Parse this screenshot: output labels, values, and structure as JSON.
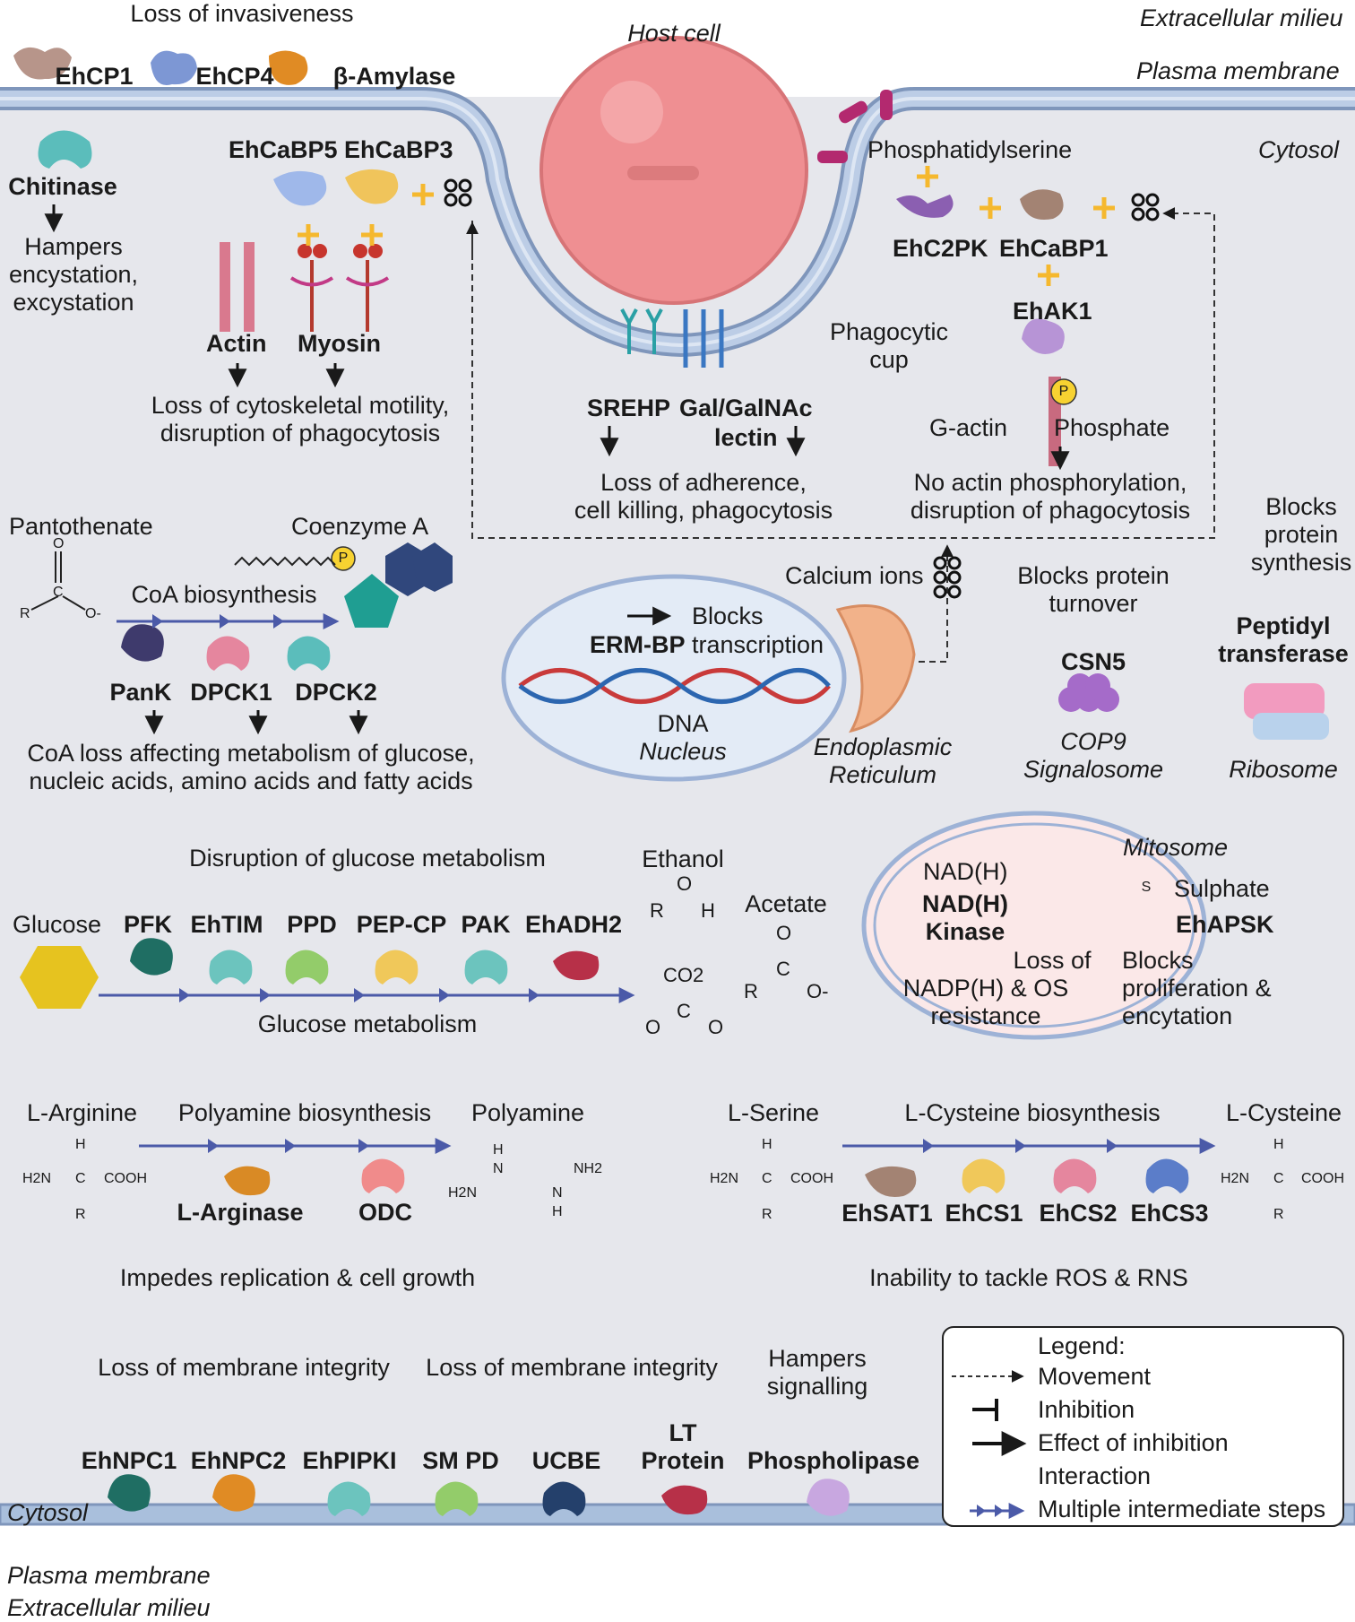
{
  "compartments": {
    "extracellular_top": "Extracellular milieu",
    "plasma_membrane_top": "Plasma membrane",
    "cytosol_top": "Cytosol",
    "cytosol_bottom": "Cytosol",
    "plasma_membrane_bottom": "Plasma membrane",
    "extracellular_bottom": "Extracellular milieu"
  },
  "invasiveness": {
    "title": "Loss of invasiveness",
    "proteins": [
      "EhCP1",
      "EhCP4",
      "β-Amylase"
    ]
  },
  "chitinase": {
    "name": "Chitinase",
    "effect_lines": [
      "Hampers",
      "encystation,",
      "excystation"
    ]
  },
  "calcium_binding": {
    "proteins": [
      "EhCaBP5",
      "EhCaBP3"
    ],
    "actin": "Actin",
    "myosin": "Myosin",
    "effect_lines": [
      "Loss of cytoskeletal motility,",
      "disruption of phagocytosis"
    ]
  },
  "host_cell": {
    "label": "Host cell",
    "receptors": [
      "SREHP",
      "Gal/GalNAc",
      "lectin"
    ],
    "effect_lines": [
      "Loss of adherence,",
      "cell killing, phagocytosis"
    ],
    "cup_lines": [
      "Phagocytic",
      "cup"
    ]
  },
  "phosphatidylserine": {
    "label": "Phosphatidylserine",
    "proteins": [
      "EhC2PK",
      "EhCaBP1",
      "EhAK1"
    ],
    "g_actin": "G-actin",
    "phosphate": "Phosphate",
    "phosphate_badge": "P",
    "effect_lines": [
      "No actin phosphorylation,",
      "disruption of phagocytosis"
    ]
  },
  "coa": {
    "pantothenate": "Pantothenate",
    "coenzyme_a": "Coenzyme A",
    "phosphate_badge": "P",
    "pathway": "CoA biosynthesis",
    "molecule_labels": [
      "O",
      "C",
      "O-",
      "R"
    ],
    "enzymes": [
      "PanK",
      "DPCK1",
      "DPCK2"
    ],
    "effect_lines": [
      "CoA loss affecting metabolism of glucose,",
      "nucleic acids, amino acids and fatty acids"
    ]
  },
  "nucleus": {
    "protein": "ERM-BP",
    "effect_lines": [
      "Blocks",
      "transcription"
    ],
    "dna": "DNA",
    "label": "Nucleus"
  },
  "er": {
    "calcium": "Calcium ions",
    "label_lines": [
      "Endoplasmic",
      "Reticulum"
    ]
  },
  "csn": {
    "effect_lines": [
      "Blocks protein",
      "turnover"
    ],
    "protein": "CSN5",
    "label_lines": [
      "COP9",
      "Signalosome"
    ]
  },
  "ribosome": {
    "effect_lines": [
      "Blocks",
      "protein",
      "synthesis"
    ],
    "protein_lines": [
      "Peptidyl",
      "transferase"
    ],
    "label": "Ribosome"
  },
  "glucose": {
    "title": "Disruption of glucose metabolism",
    "substrate": "Glucose",
    "enzymes": [
      "PFK",
      "EhTIM",
      "PPD",
      "PEP-CP",
      "PAK",
      "EhADH2"
    ],
    "pathway": "Glucose metabolism",
    "ethanol": "Ethanol",
    "acetate": "Acetate",
    "co2": "CO2",
    "atom_labels": [
      "O",
      "R",
      "H",
      "C",
      "O",
      "O",
      "O",
      "C",
      "R",
      "O-"
    ]
  },
  "mitosome": {
    "label": "Mitosome",
    "nadh": "NAD(H)",
    "kinase_lines": [
      "NAD(H)",
      "Kinase"
    ],
    "kinase_effect_lines": [
      "Loss of",
      "NADP(H) & OS",
      "resistance"
    ],
    "sulphate_badge": "S",
    "sulphate": "Sulphate",
    "apsk": "EhAPSK",
    "apsk_effect_lines": [
      "Blocks",
      "proliferation &",
      "encytation"
    ]
  },
  "polyamine": {
    "arginine": "L-Arginine",
    "pathway": "Polyamine biosynthesis",
    "product": "Polyamine",
    "enzymes": [
      "L-Arginase",
      "ODC"
    ],
    "effect": "Impedes replication & cell growth",
    "arginine_atoms": [
      "H",
      "H2N",
      "C",
      "COOH",
      "R"
    ],
    "polyamine_atoms": [
      "H",
      "N",
      "NH2",
      "H2N",
      "N",
      "H"
    ]
  },
  "cysteine": {
    "serine": "L-Serine",
    "pathway": "L-Cysteine biosynthesis",
    "product": "L-Cysteine",
    "enzymes": [
      "EhSAT1",
      "EhCS1",
      "EhCS2",
      "EhCS3"
    ],
    "effect": "Inability to tackle ROS & RNS",
    "serine_atoms": [
      "H",
      "H2N",
      "C",
      "COOH",
      "R"
    ],
    "cysteine_atoms": [
      "H",
      "H2N",
      "C",
      "COOH",
      "R"
    ]
  },
  "membrane": {
    "group1_title": "Loss of membrane integrity",
    "group2_title": "Loss of membrane integrity",
    "proteins": [
      "EhNPC1",
      "EhNPC2",
      "EhPIPKI",
      "SM PD",
      "UCBE"
    ],
    "lt_protein_lines": [
      "LT",
      "Protein"
    ],
    "phospholipase_effect_lines": [
      "Hampers",
      "signalling"
    ],
    "phospholipase": "Phospholipase"
  },
  "legend": {
    "title": "Legend:",
    "items": [
      "Movement",
      "Inhibition",
      "Effect of inhibition",
      "Interaction",
      "Multiple intermediate steps"
    ]
  },
  "colors": {
    "cytosol": "#e6e7ec",
    "membrane": "#a9bfdc",
    "host_cell": "#ef8f92",
    "arrow_blue": "#4b5aa8",
    "interaction": "#f5b82e",
    "nucleus_fill": "#e3ebf6",
    "mitosome_fill": "#fbe8e8",
    "glucose": "#e6c31f"
  }
}
